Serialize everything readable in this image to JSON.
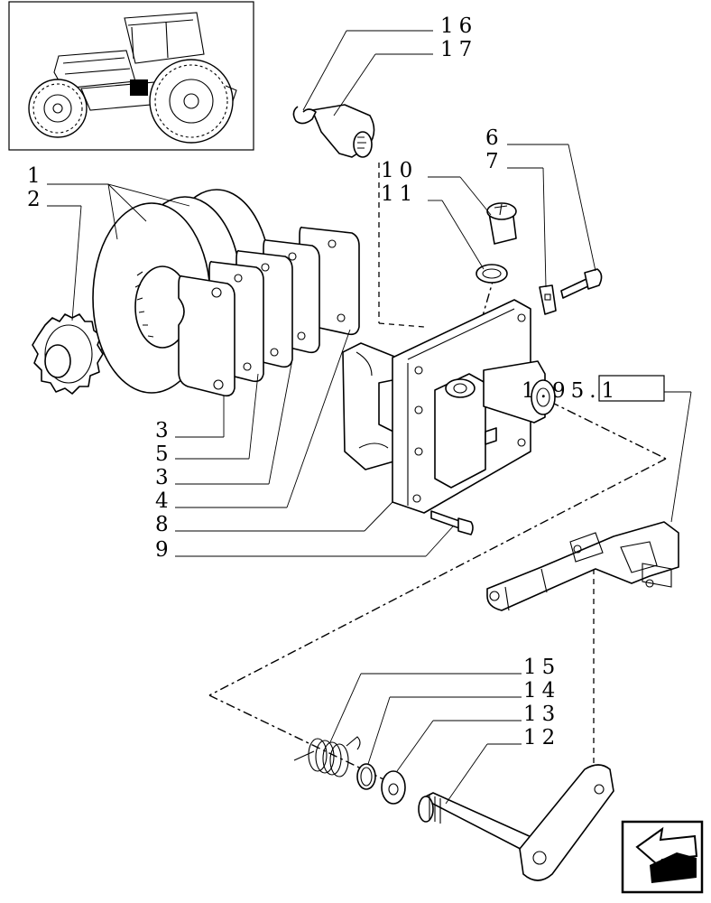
{
  "diagram": {
    "callouts": {
      "c1": "1",
      "c2": "2",
      "c3a": "3",
      "c5": "5",
      "c3b": "3",
      "c4": "4",
      "c8": "8",
      "c9": "9",
      "c6": "6",
      "c7": "7",
      "c10": "10",
      "c11": "11",
      "c16": "16",
      "c17": "17",
      "c15": "15",
      "c14": "14",
      "c13": "13",
      "c12": "12",
      "ref": "1.95.1"
    },
    "icons": {
      "thumbnail": "tractor-thumbnail-icon",
      "nav": "next-page-arrow-icon"
    }
  }
}
